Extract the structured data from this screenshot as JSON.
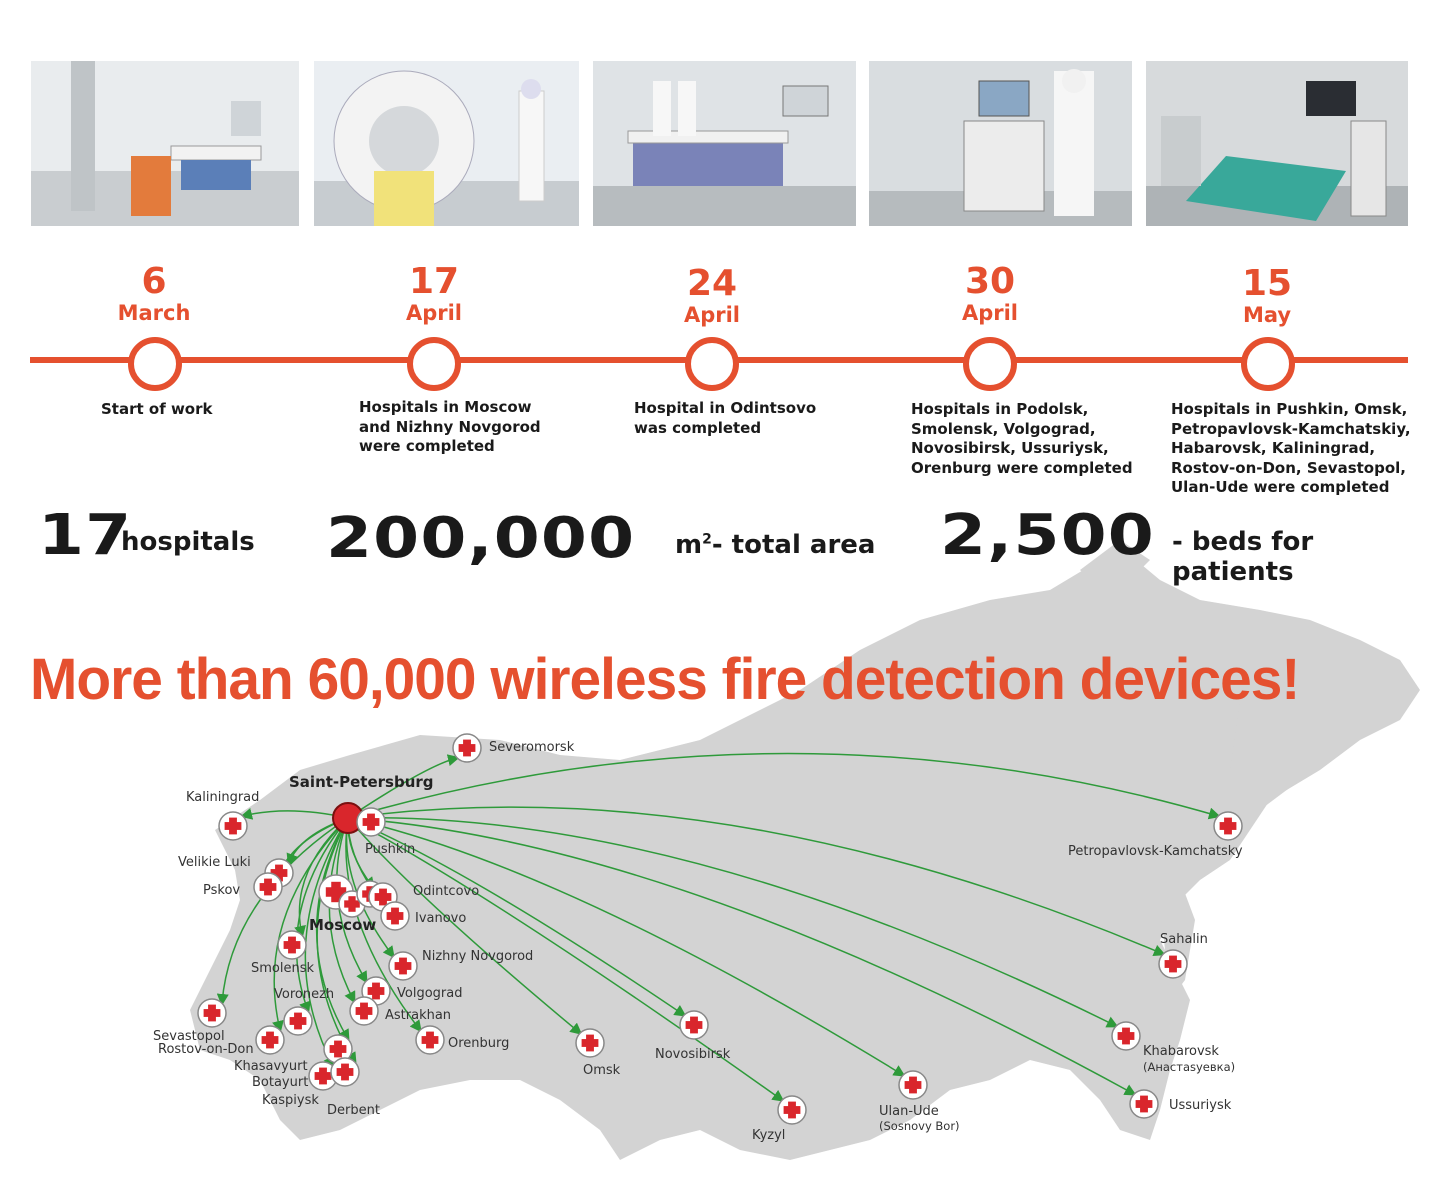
{
  "photos": [
    {
      "name": "x-ray-room-photo"
    },
    {
      "name": "ct-scanner-photo"
    },
    {
      "name": "hospital-ward-photo"
    },
    {
      "name": "ventilator-photo"
    },
    {
      "name": "operating-room-photo"
    }
  ],
  "timeline": [
    {
      "day": "6",
      "month": "March",
      "description": [
        "Start of work"
      ]
    },
    {
      "day": "17",
      "month": "April",
      "description": [
        "Hospitals in Moscow",
        "and Nizhny Novgorod",
        "were completed"
      ]
    },
    {
      "day": "24",
      "month": "April",
      "description": [
        "Hospital in Odintsovo",
        "was completed"
      ]
    },
    {
      "day": "30",
      "month": "April",
      "description": [
        "Hospitals in Podolsk,",
        "Smolensk, Volgograd,",
        "Novosibirsk, Ussuriysk,",
        "Orenburg were completed"
      ]
    },
    {
      "day": "15",
      "month": "May",
      "description": [
        "Hospitals in Pushkin, Omsk,",
        "Petropavlovsk-Kamchatskiy,",
        "Habarovsk, Kaliningrad,",
        "Rostov-on-Don, Sevastopol,",
        "Ulan-Ude were completed"
      ]
    }
  ],
  "stats": {
    "hospitals_value": "17",
    "hospitals_label": "hospitals",
    "area_value": "200,000",
    "area_unit": "m",
    "area_sup": "2",
    "area_label": "- total area",
    "beds_value": "2,500",
    "beds_label": "- beds for patients"
  },
  "headline": "More than 60,000 wireless fire detection devices!",
  "map": {
    "origin": "Saint-Petersburg",
    "capital": "Moscow",
    "cities": [
      "Severomorsk",
      "Kaliningrad",
      "Pushkin",
      "Velikie Luki",
      "Pskov",
      "Odintcovo",
      "Ivanovo",
      "Smolensk",
      "Nizhny Novgorod",
      "Voronezh",
      "Volgograd",
      "Astrakhan",
      "Sevastopol",
      "Rostov-on-Don",
      "Khasavyurt",
      "Botayurt",
      "Kaspiysk",
      "Derbent",
      "Orenburg",
      "Omsk",
      "Novosibirsk",
      "Kyzyl",
      "Ulan-Ude",
      "(Sosnovy Bor)",
      "Petropavlovsk-Kamchatsky",
      "Sahalin",
      "Khabarovsk",
      "(Анастаsyевка)",
      "Ussuriysk"
    ],
    "colors": {
      "arrow": "#2e9a3a",
      "cross": "#d9262c",
      "land": "#d3d3d3",
      "origin": "#d9262c"
    }
  },
  "colors": {
    "accent": "#e5502f",
    "text": "#1a1a1a"
  }
}
